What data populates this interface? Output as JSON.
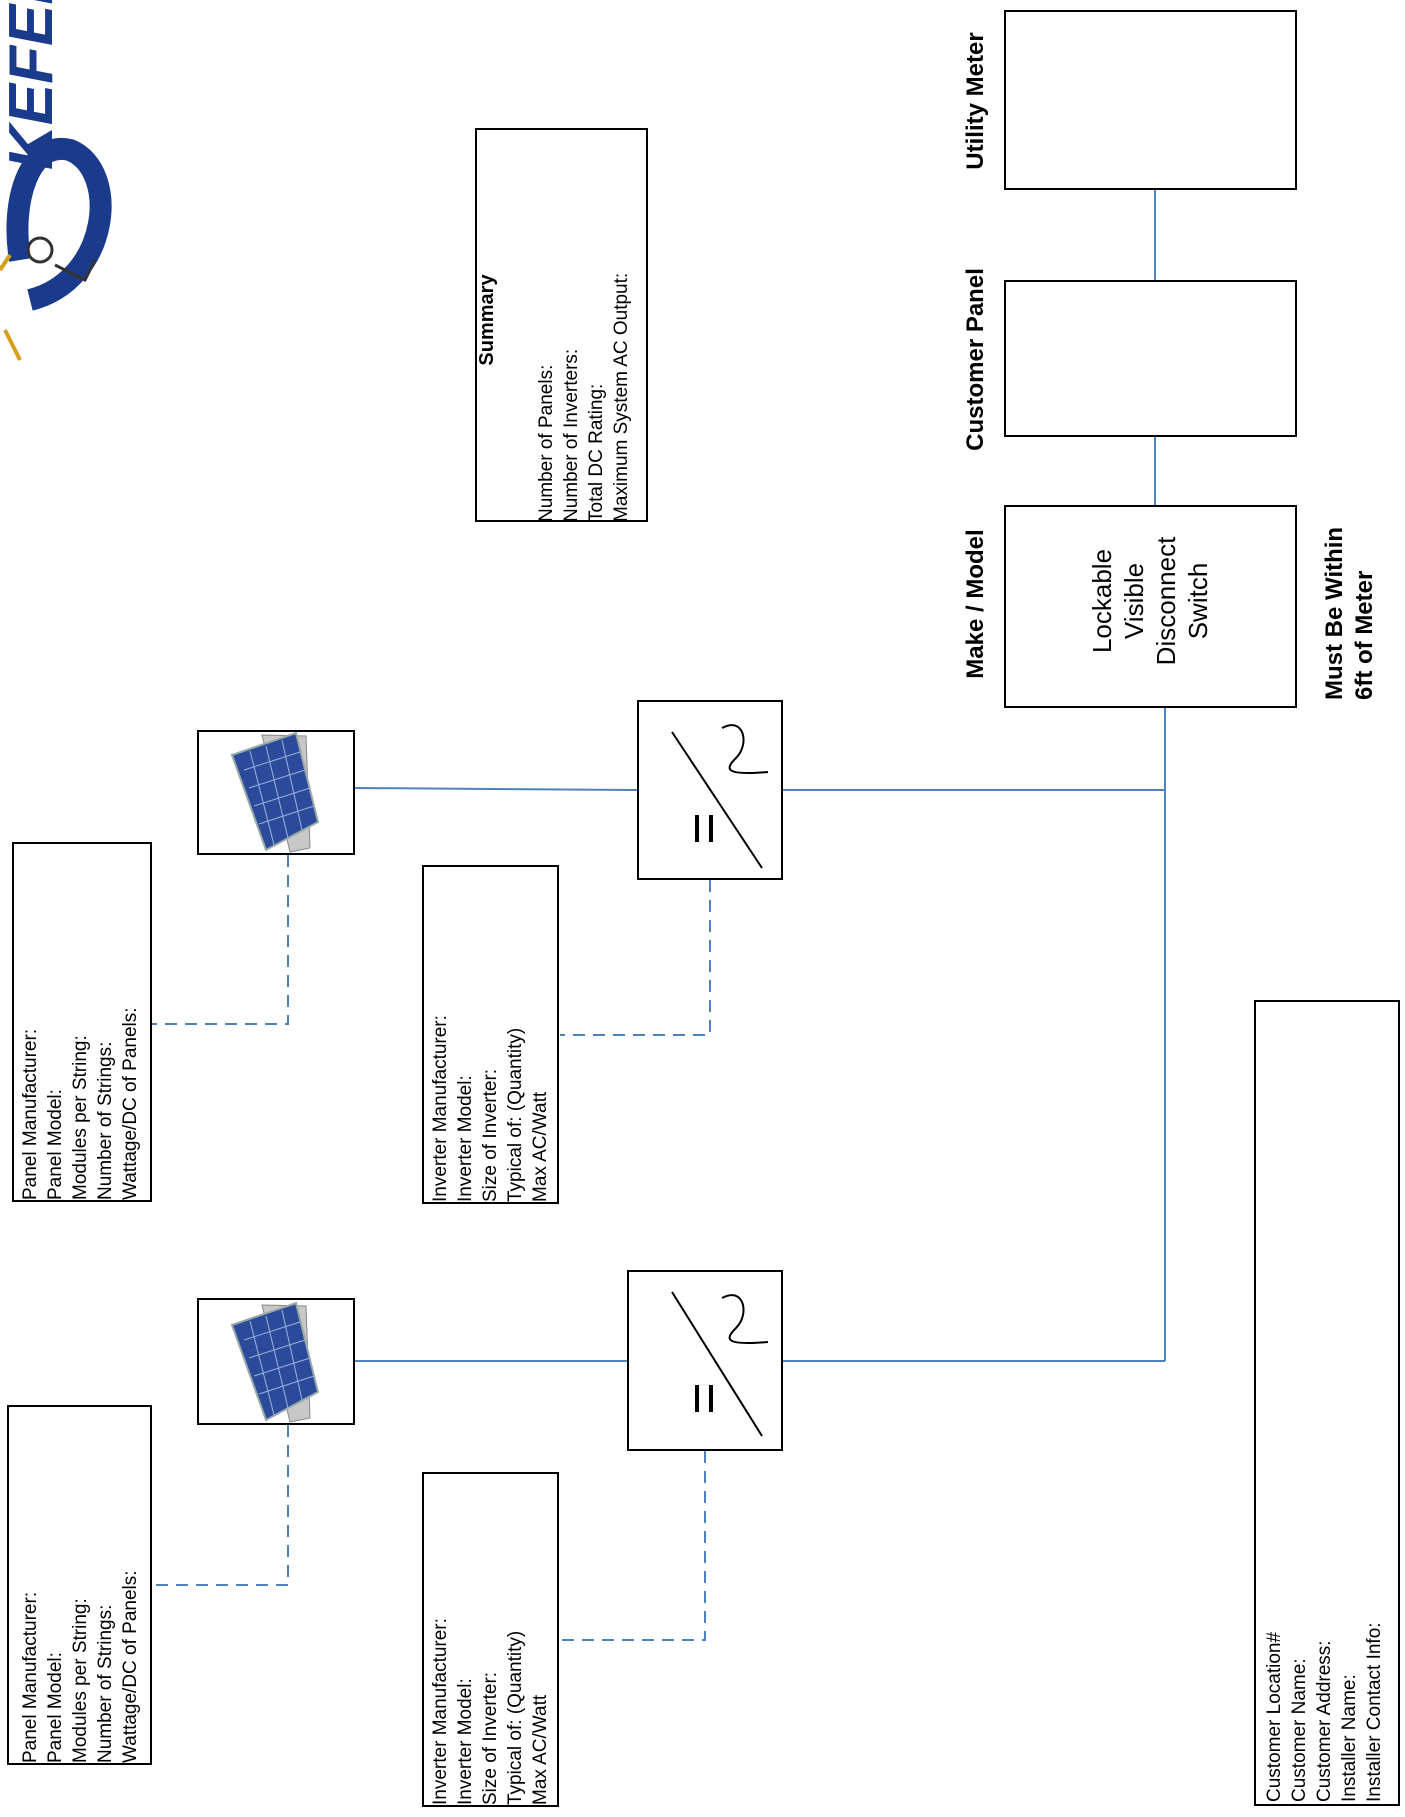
{
  "logo": {
    "text": "KEFEN"
  },
  "summary": {
    "title": "Summary",
    "lines": [
      "Number of Panels:",
      "Number of Inverters:",
      "Total DC Rating:",
      "Maximum System AC Output:"
    ]
  },
  "utility_meter": {
    "label": "Utility Meter"
  },
  "customer_panel": {
    "label": "Customer Panel"
  },
  "disconnect": {
    "label": "Make / Model",
    "lines": [
      "Lockable",
      "Visible",
      "Disconnect",
      "Switch"
    ],
    "note_lines": [
      "Must Be Within",
      "6ft of Meter"
    ]
  },
  "panel_info_top": {
    "lines": [
      "Panel Manufacturer:",
      "Panel Model:",
      "Modules per String:",
      "Number of Strings:",
      "Wattage/DC of Panels:"
    ]
  },
  "panel_info_bottom": {
    "lines": [
      "Panel Manufacturer:",
      "Panel Model:",
      "Modules per String:",
      "Number of Strings:",
      "Wattage/DC of Panels:"
    ]
  },
  "inverter_info_top": {
    "lines": [
      "Inverter Manufacturer:",
      "Inverter Model:",
      "Size of Inverter:",
      "Typical of: (Quantity)",
      "Max AC/Watt"
    ]
  },
  "inverter_info_bottom": {
    "lines": [
      "Inverter Manufacturer:",
      "Inverter Model:",
      "Size of Inverter:",
      "Typical of: (Quantity)",
      "Max AC/Watt"
    ]
  },
  "customer_info": {
    "lines": [
      "Customer Location#",
      "Customer Name:",
      "Customer Address:",
      "Installer Name:",
      "Installer Contact Info:"
    ]
  },
  "colors": {
    "wire": "#4f81bd",
    "border": "#000000",
    "logo_blue": "#1a3a8c",
    "panel_blue": "#2c4a9a"
  }
}
